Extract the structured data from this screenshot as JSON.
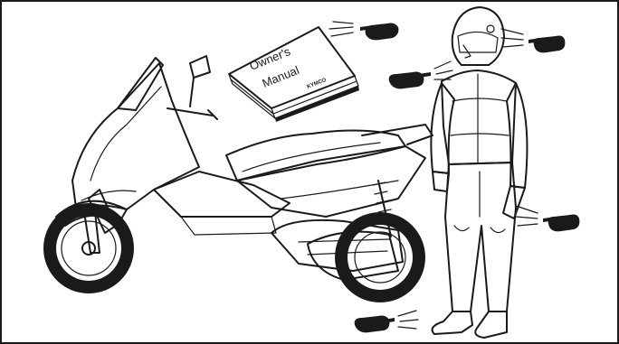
{
  "manual": {
    "title_line1": "Owner's",
    "title_line2": "Manual",
    "brand": "KYMCO"
  },
  "icons": {
    "pointer": "pointing-hand-icon"
  },
  "colors": {
    "ink": "#1a1a1a",
    "background": "#ffffff"
  }
}
